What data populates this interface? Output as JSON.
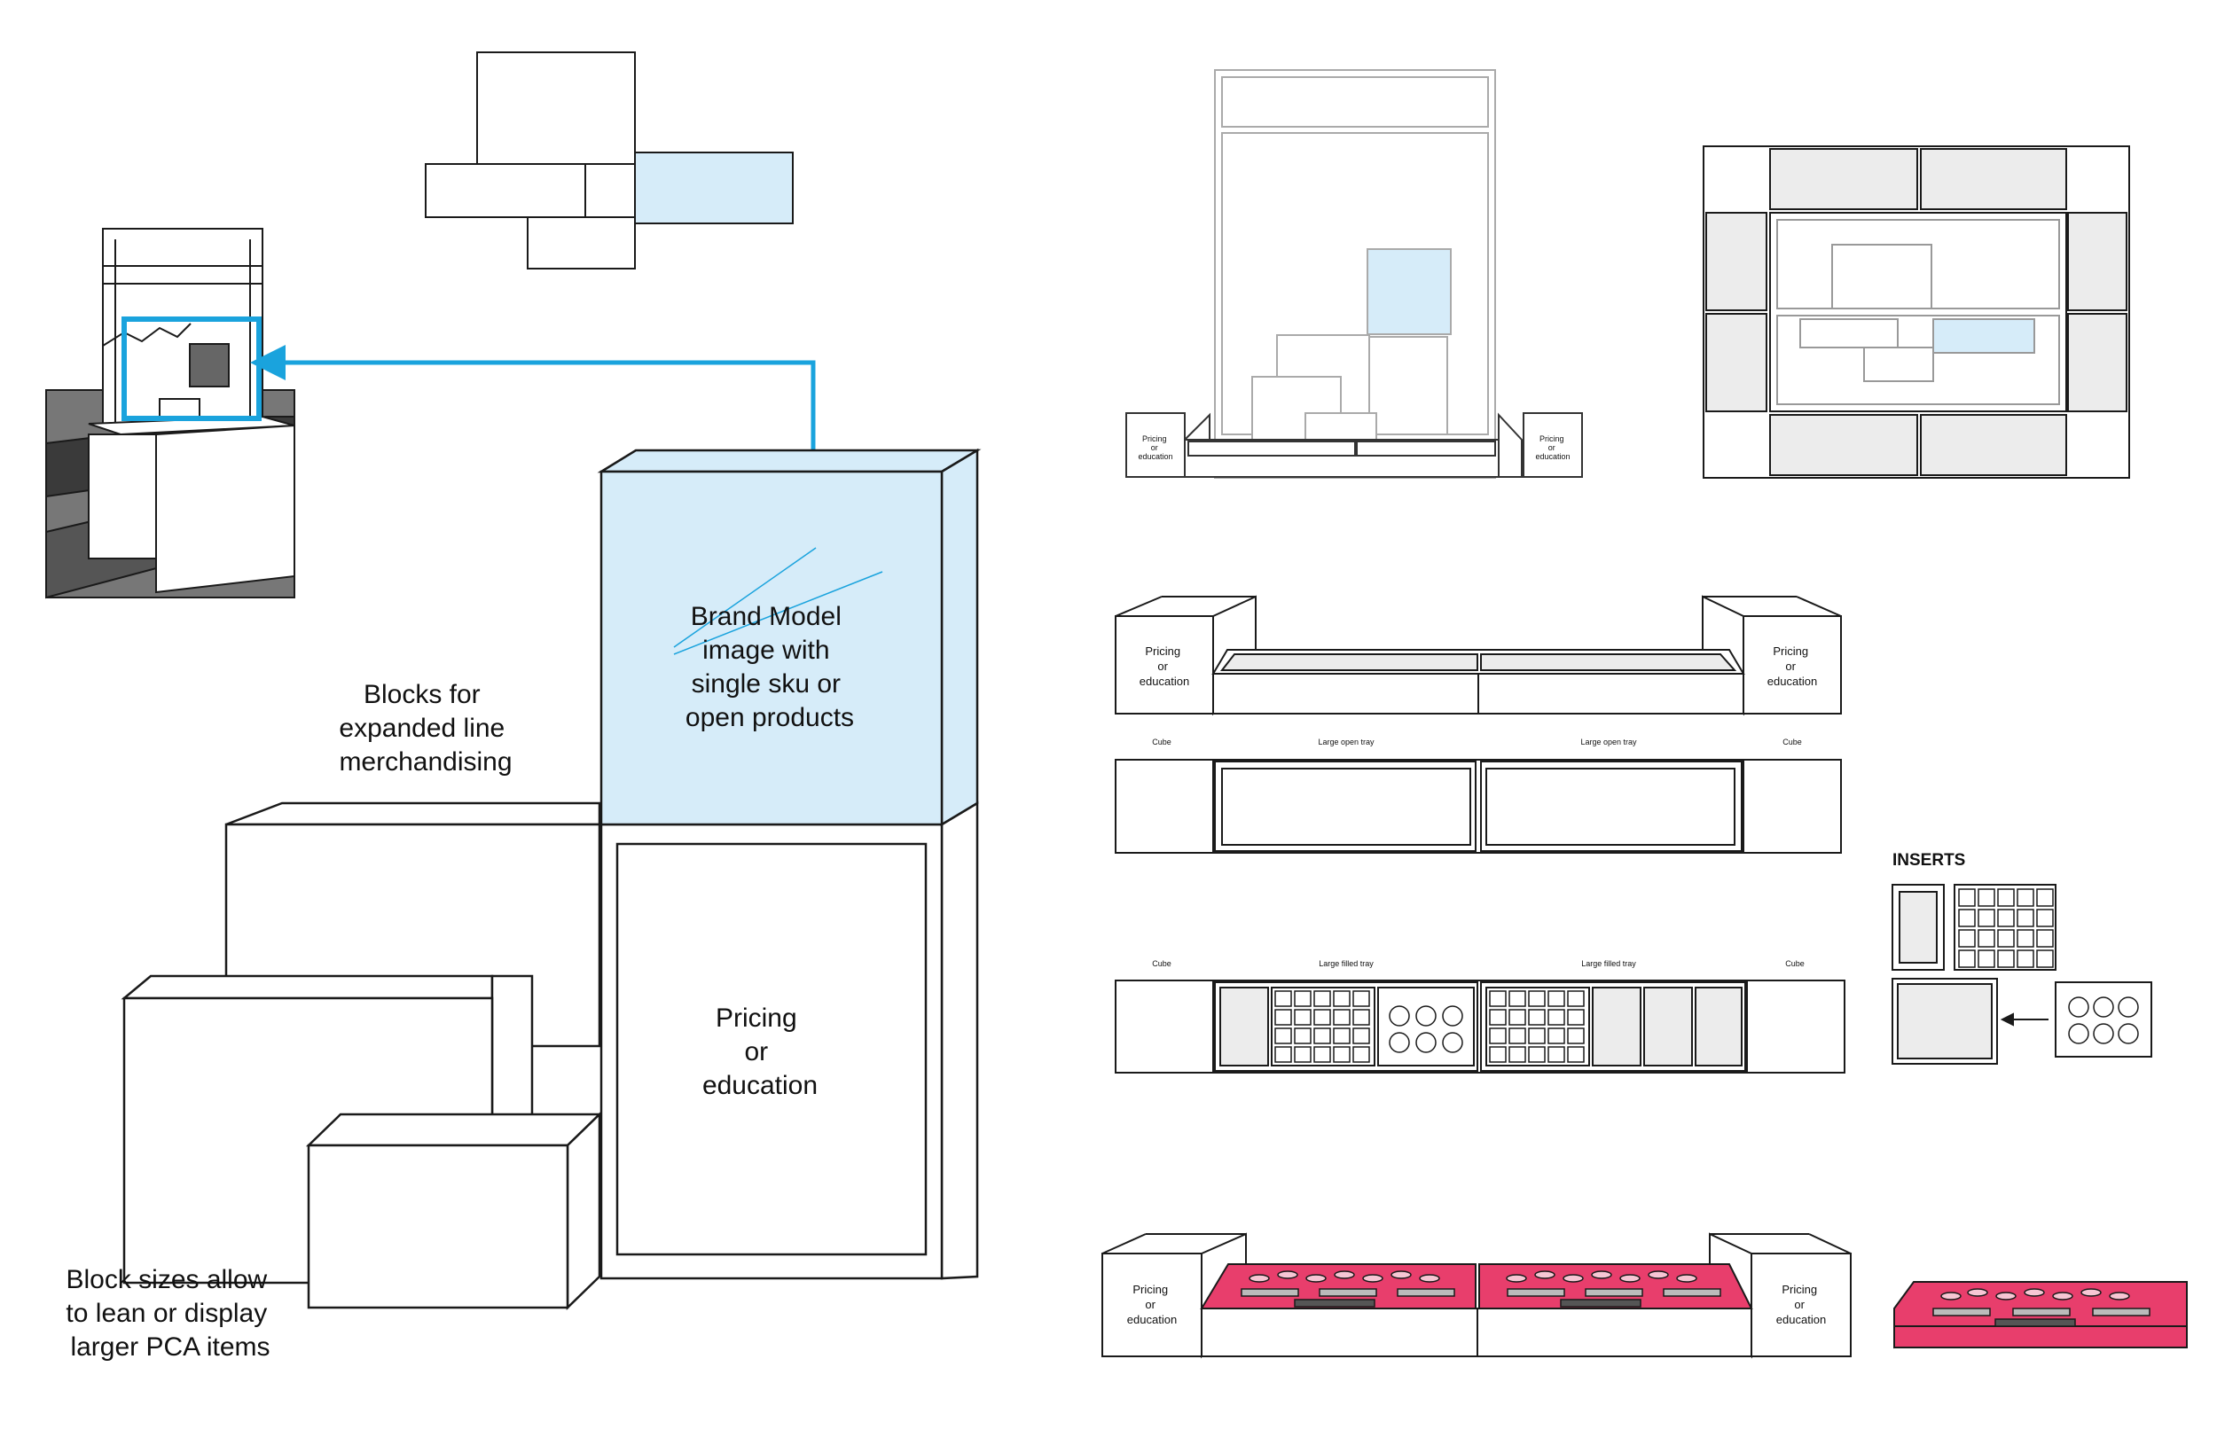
{
  "left_diagram": {
    "brand_label": [
      "Brand Model",
      "image with",
      "single sku or",
      "open products"
    ],
    "pricing_label": [
      "Pricing",
      "or",
      "education"
    ],
    "blocks_label": [
      "Blocks for",
      "expanded line",
      "merchandising"
    ],
    "sizes_label": [
      "Block sizes allow",
      "to lean or display",
      "larger PCA items"
    ]
  },
  "small_labels": {
    "pricing": [
      "Pricing",
      "or",
      "education"
    ]
  },
  "tray_labels": {
    "cube": "Cube",
    "large_open_tray": "Large open tray",
    "large_filled_tray": "Large filled tray"
  },
  "inserts_heading": "INSERTS",
  "colors": {
    "accent_blue": "#1aa3dd",
    "light_blue": "#d6ecf9",
    "magenta": "#e83e6c",
    "line": "#1a1a1a",
    "light_gray": "#ececec"
  }
}
